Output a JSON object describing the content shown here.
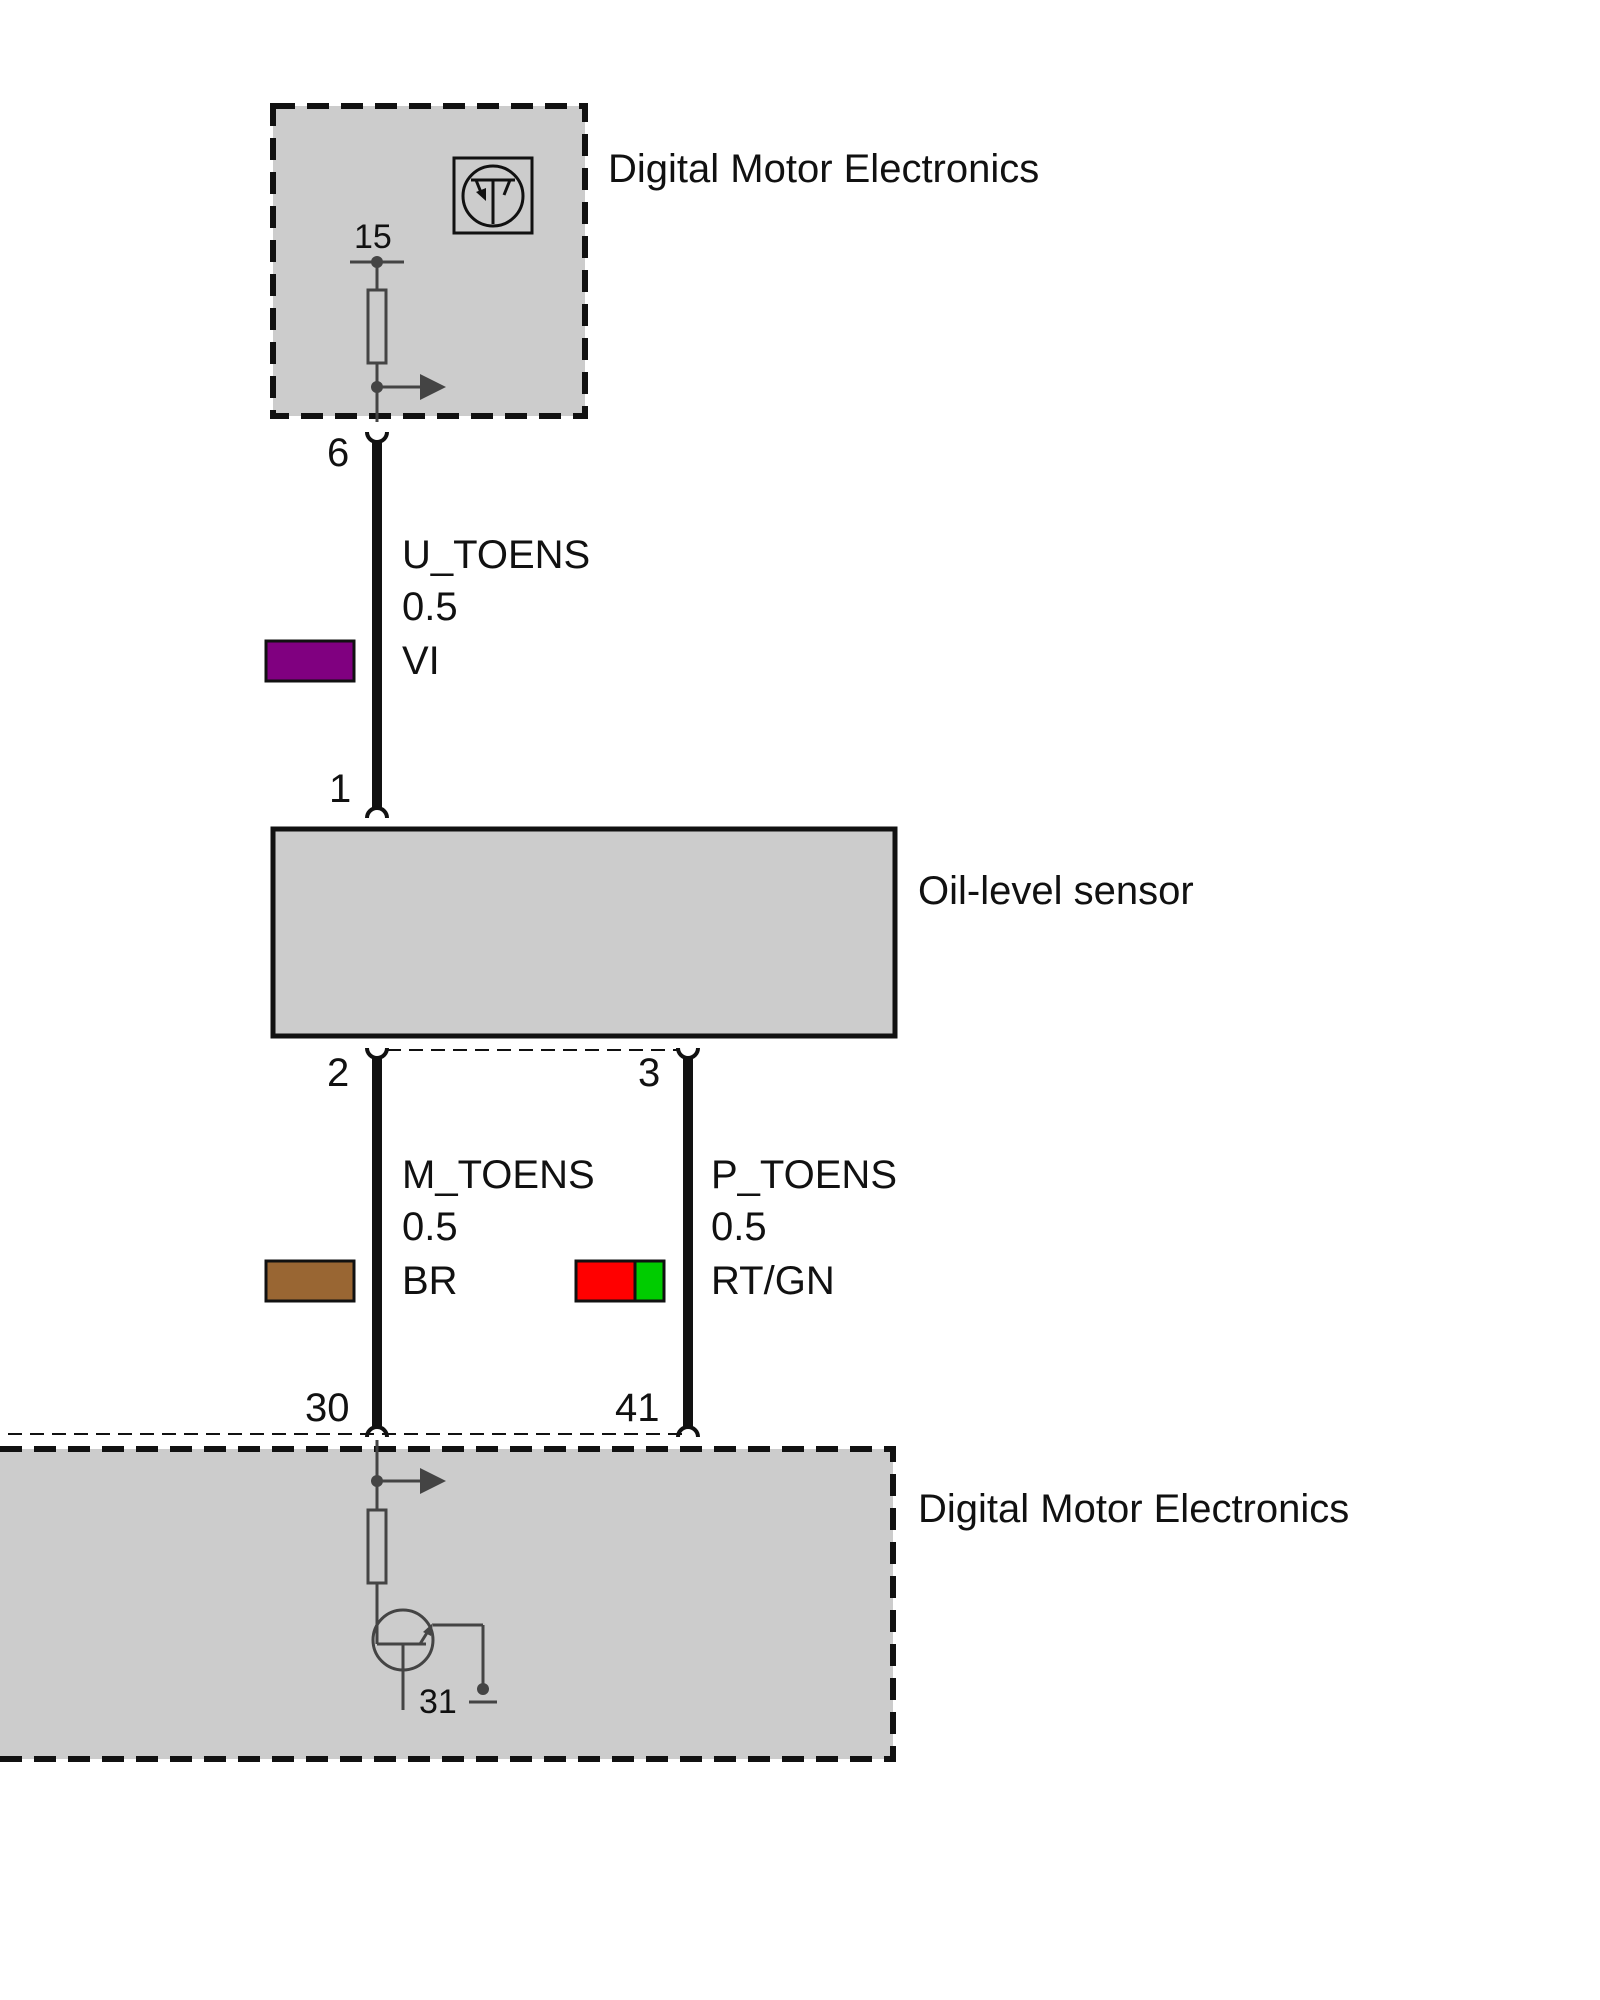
{
  "components": {
    "dme_top": {
      "label": "Digital Motor Electronics",
      "terminal": "15"
    },
    "oil_sensor": {
      "label": "Oil-level sensor"
    },
    "dme_bottom": {
      "label": "Digital Motor Electronics",
      "ground": "31"
    }
  },
  "wires": [
    {
      "signal": "U_TOENS",
      "gauge": "0.5",
      "color_code": "VI",
      "colors": [
        "#800080"
      ],
      "from_pin": "6",
      "to_pin": "1"
    },
    {
      "signal": "M_TOENS",
      "gauge": "0.5",
      "color_code": "BR",
      "colors": [
        "#996633"
      ],
      "from_pin": "2",
      "to_pin": "30"
    },
    {
      "signal": "P_TOENS",
      "gauge": "0.5",
      "color_code": "RT/GN",
      "colors": [
        "#ff0000",
        "#00cc00"
      ],
      "from_pin": "3",
      "to_pin": "41"
    }
  ],
  "style": {
    "box_fill": "#cccccc",
    "wire_color": "#111111"
  }
}
